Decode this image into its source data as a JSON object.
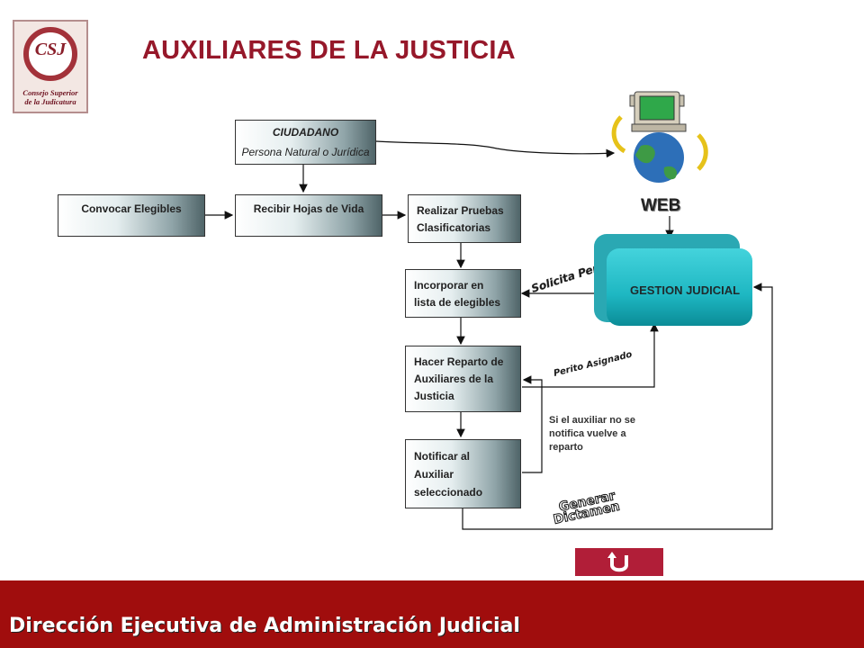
{
  "logo": {
    "mark": "CSJ",
    "line1": "Consejo Superior",
    "line2": "de la Judicatura"
  },
  "title": "AUXILIARES  DE LA JUSTICIA",
  "nodes": {
    "ciudadano_title": "CIUDADANO",
    "ciudadano_sub": "Persona Natural o Jurídica",
    "convocar": "Convocar Elegibles",
    "recibir": "Recibir Hojas de Vida",
    "realizar_1": "Realizar Pruebas",
    "realizar_2": "Clasificatorias",
    "incorporar_1": "Incorporar en",
    "incorporar_2": "lista de elegibles",
    "reparto_1": "Hacer Reparto de",
    "reparto_2": "Auxiliares de la",
    "reparto_3": "Justicia",
    "notificar_1": "Notificar al",
    "notificar_2": "Auxiliar",
    "notificar_3": "seleccionado",
    "gestion": "GESTION JUDICIAL",
    "web": "WEB"
  },
  "labels": {
    "solicita": "Solicita Perito",
    "asignado": "Perito Asignado",
    "generar_1": "Generar",
    "generar_2": "Dictamen",
    "note_1": "Si el auxiliar no se",
    "note_2": "notifica vuelve a",
    "note_3": "reparto"
  },
  "footer": "Dirección Ejecutiva de Administración Judicial",
  "icons": {
    "computer": "computer-globe-icon",
    "return": "return-arrow-icon"
  },
  "colors": {
    "brand": "#a00d0d",
    "title": "#96182a",
    "teal": "#1eb7c2"
  }
}
